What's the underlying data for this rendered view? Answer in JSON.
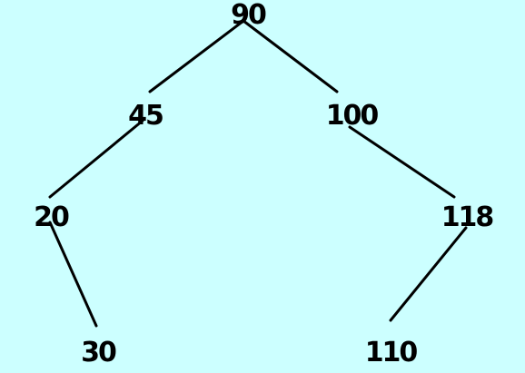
{
  "background_color": "#ccffff",
  "line_color": "#000000",
  "tree": {
    "nodes": [
      {
        "id": "n90",
        "label": "90"
      },
      {
        "id": "n45",
        "label": "45"
      },
      {
        "id": "n100",
        "label": "100"
      },
      {
        "id": "n20",
        "label": "20"
      },
      {
        "id": "n118",
        "label": "118"
      },
      {
        "id": "n30",
        "label": "30"
      },
      {
        "id": "n110",
        "label": "110"
      }
    ],
    "edges": [
      {
        "from": "90",
        "to": "45"
      },
      {
        "from": "90",
        "to": "100"
      },
      {
        "from": "45",
        "to": "20"
      },
      {
        "from": "100",
        "to": "118"
      },
      {
        "from": "20",
        "to": "30"
      },
      {
        "from": "118",
        "to": "110"
      }
    ]
  }
}
